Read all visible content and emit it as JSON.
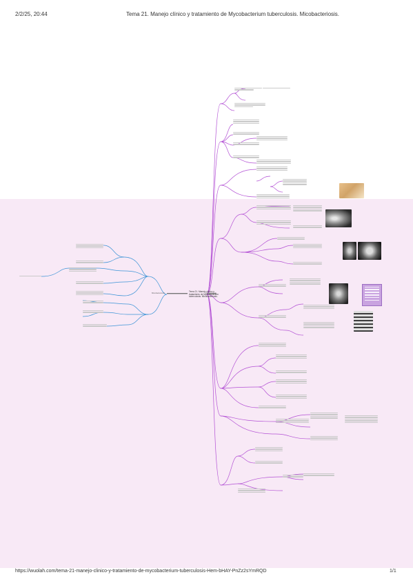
{
  "header": {
    "date": "2/2/25, 20:44",
    "title": "Tema 21. Manejo clínico y tratamiento de Mycobacterium tuberculosis. Micobacteriosis."
  },
  "footer": {
    "url": "https://wuolah.com/tema-21-manejo-clinico-y-tratamiento-de-mycobacterium-tuberculosis-Hem-bHAY-PnZz2sYmRQD",
    "page": "1/1"
  },
  "mindmap": {
    "root": "Tema 21. Manejo clínico y tratamiento de Mycobacterium tuberculosis. Micobacteriosis.",
    "left_branch": "Micobacteriosis",
    "right_branch": "Tuberculosis"
  },
  "colors": {
    "branch_right": "#b24fd4",
    "branch_left": "#3a93d6",
    "band": "#f8e9f6",
    "legend": "#c9a3e0"
  }
}
